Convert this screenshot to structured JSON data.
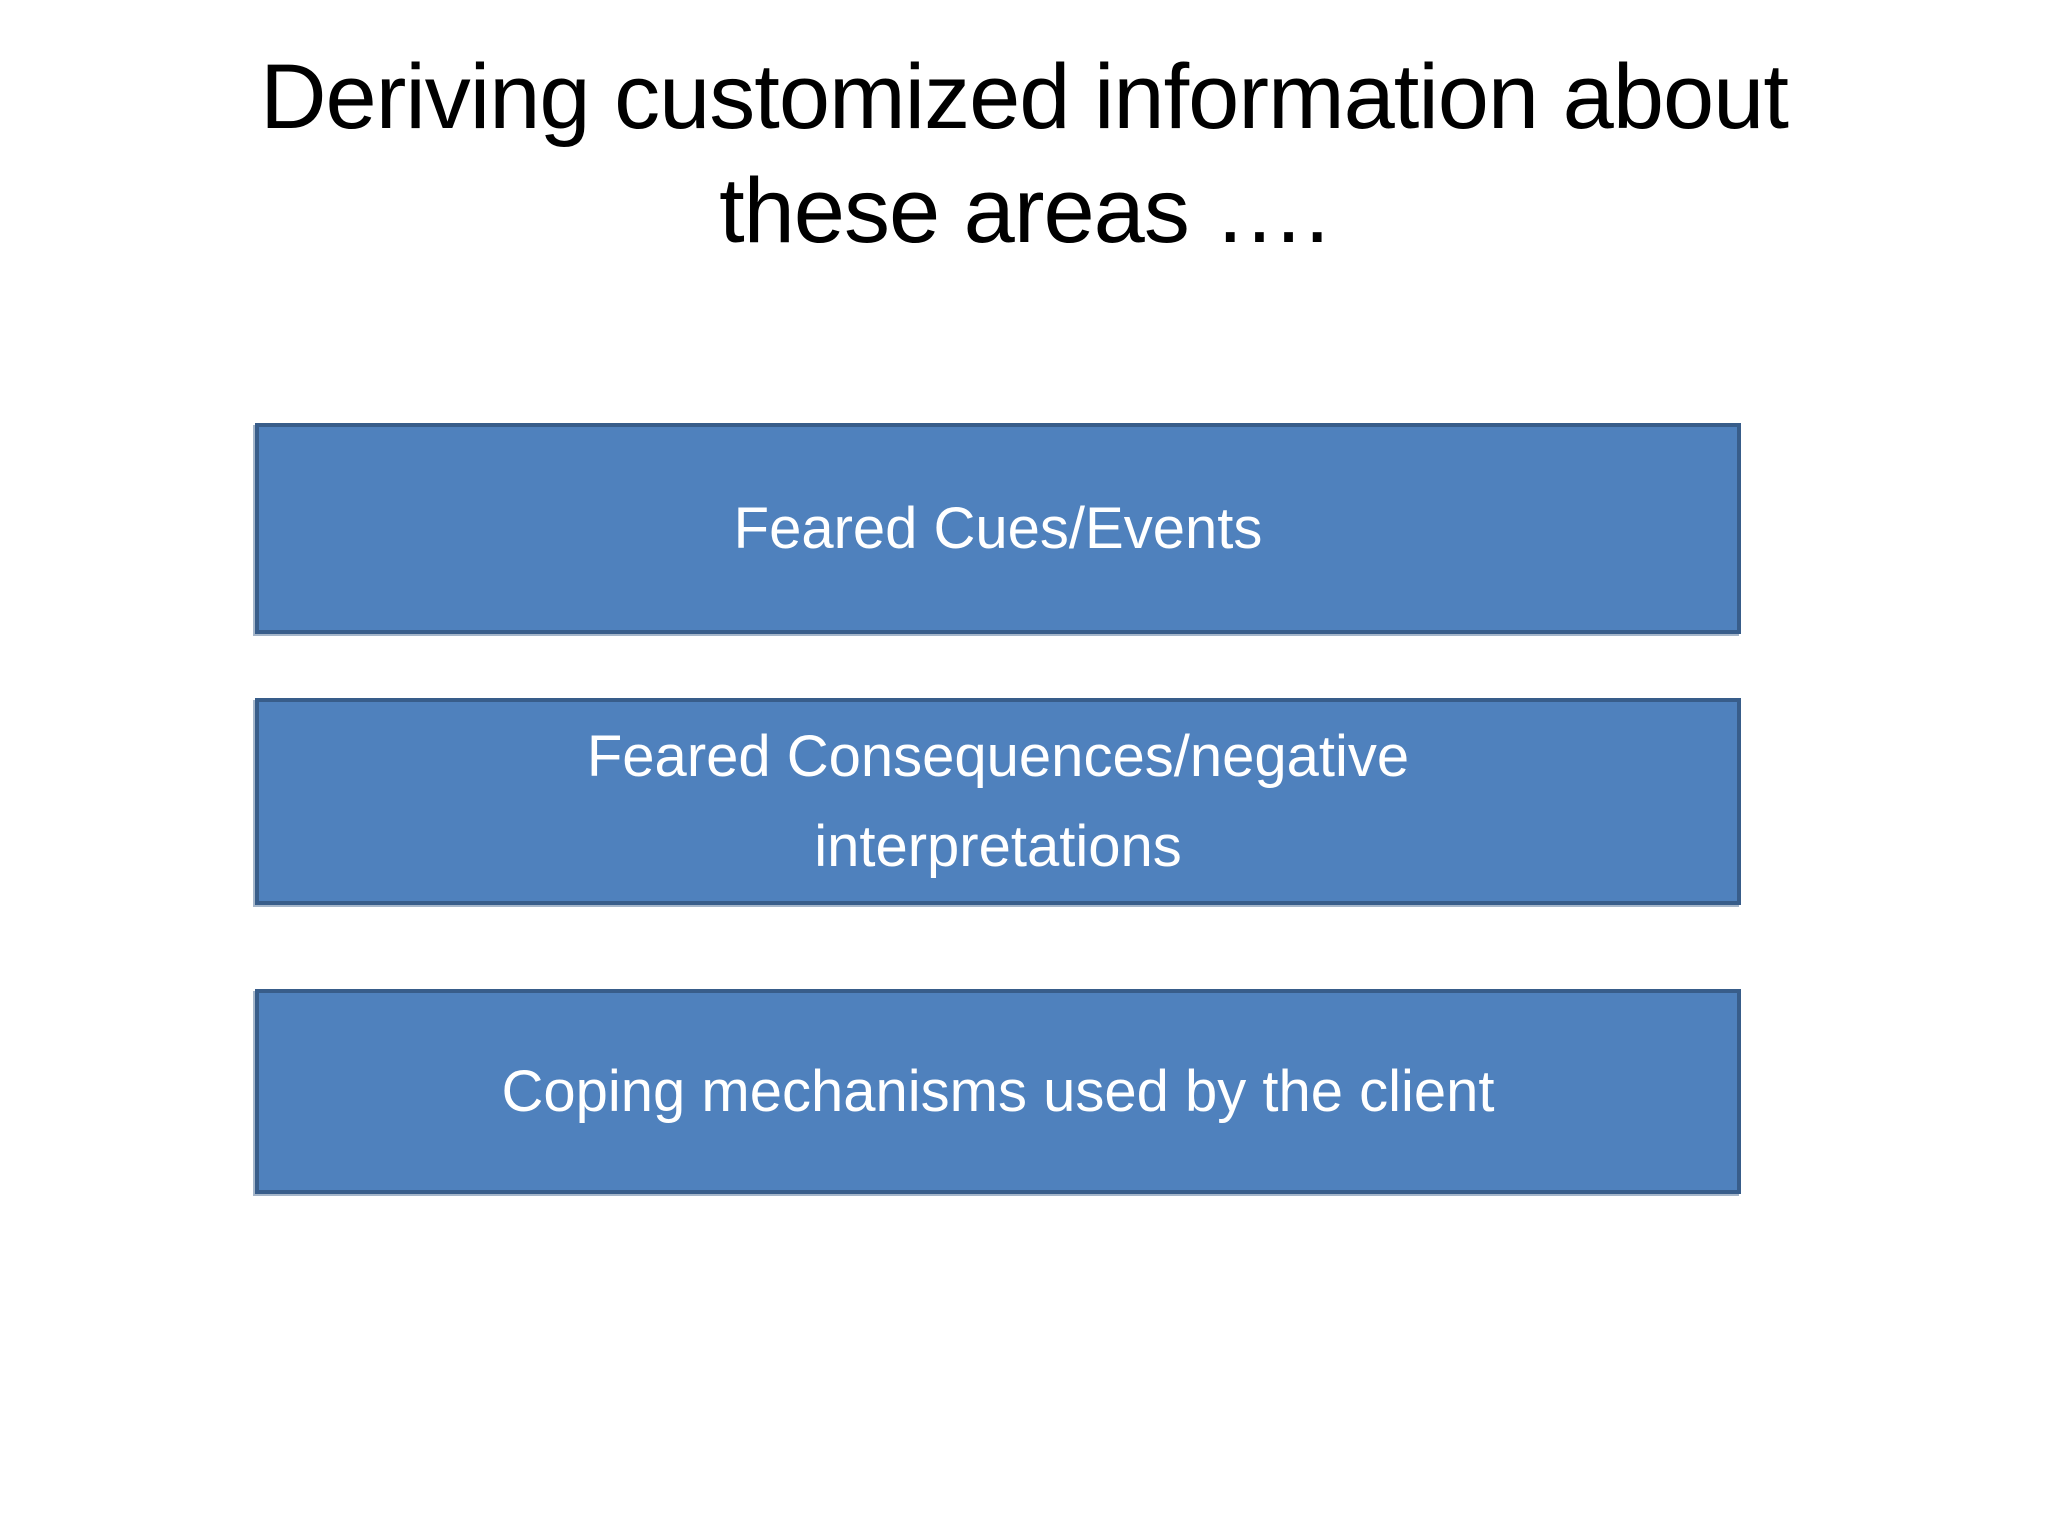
{
  "slide": {
    "title": "Deriving customized information about\nthese areas ….",
    "boxes": [
      {
        "label": "Feared Cues/Events"
      },
      {
        "label": "Feared Consequences/negative\ninterpretations"
      },
      {
        "label": "Coping mechanisms used by the client"
      }
    ],
    "colors": {
      "background": "#FFFFFF",
      "title_text": "#000000",
      "box_fill": "#4F81BD",
      "box_border": "#385D8A",
      "box_text": "#FFFFFF"
    }
  }
}
